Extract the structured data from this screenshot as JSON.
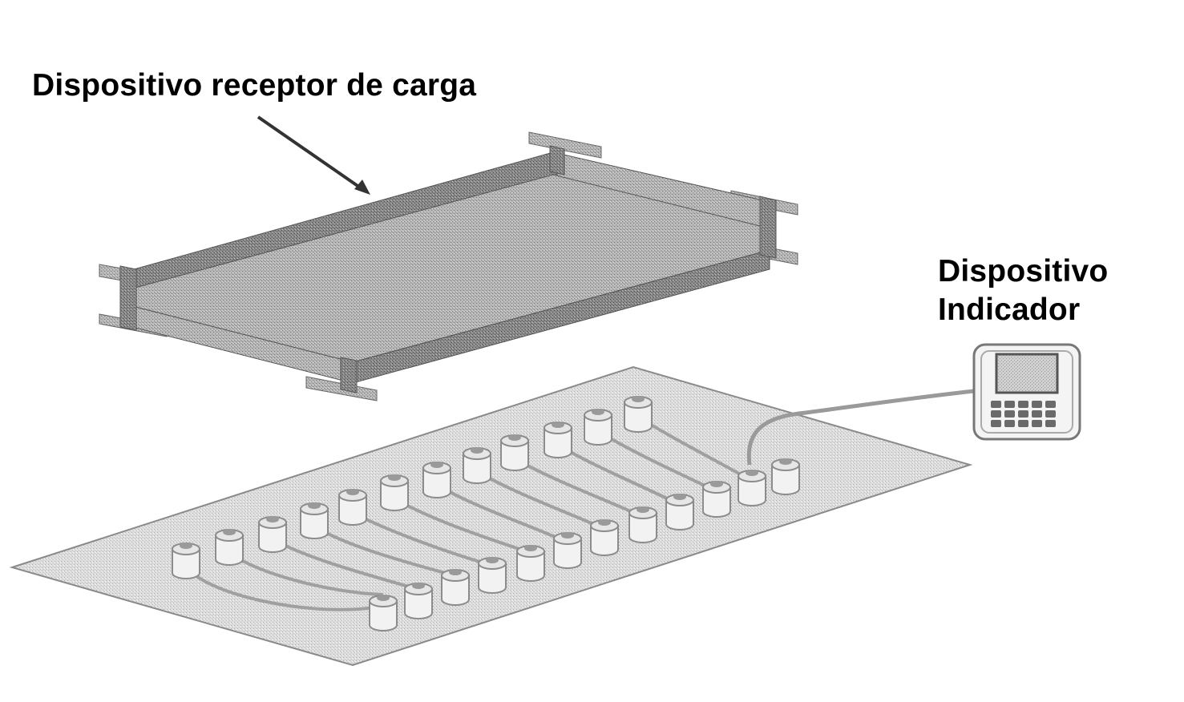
{
  "labels": {
    "load_receiver": "Dispositivo receptor de carga",
    "indicator_line1": "Dispositivo",
    "indicator_line2": "Indicador"
  },
  "colors": {
    "background": "#ffffff",
    "ink": "#000000",
    "tray_light": "#bdbdbd",
    "tray_mid": "#9a9a9a",
    "tray_dark": "#6e6e6e",
    "plate": "#d9d9d9",
    "cell": "#f2f2f2"
  },
  "icons": {
    "load_receiver": "tray-icon",
    "indicator": "indicator-terminal-icon",
    "load_cell": "load-cell-icon"
  }
}
